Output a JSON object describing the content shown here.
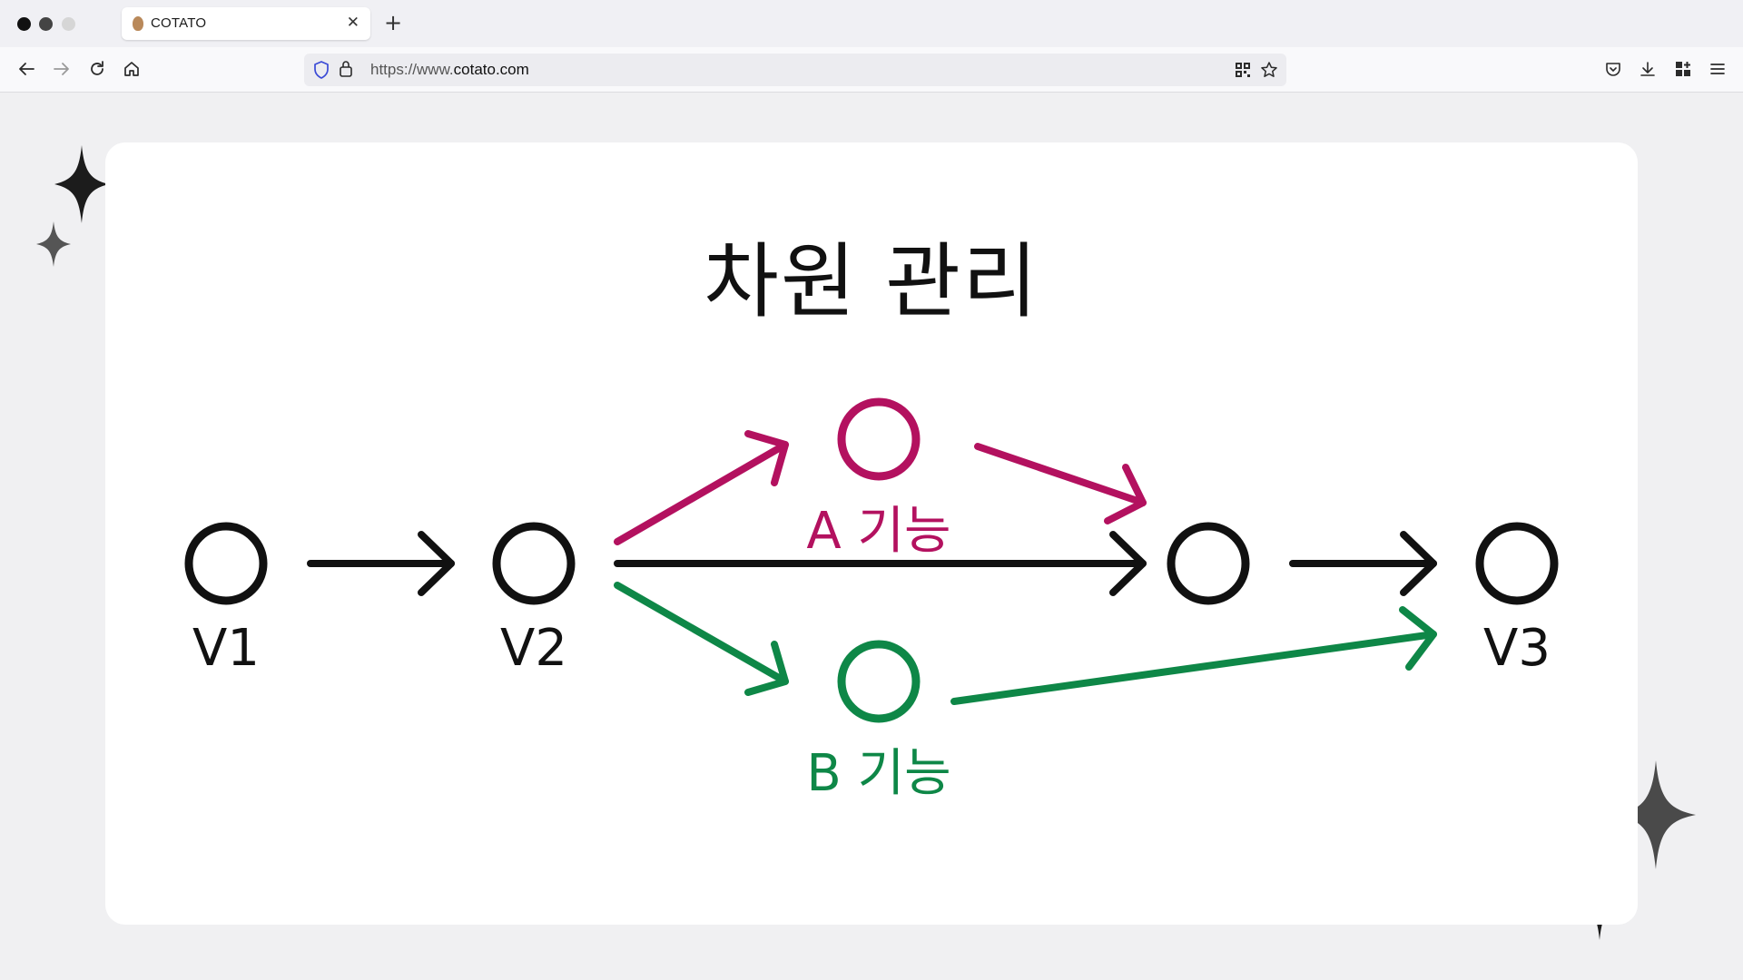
{
  "browser": {
    "tab": {
      "title": "COTATO",
      "close_glyph": "✕"
    },
    "new_tab_glyph": "+",
    "url": {
      "scheme": "https://www.",
      "host": "cotato.com"
    }
  },
  "slide": {
    "title": "차원 관리",
    "nodes": {
      "v1": "V1",
      "v2": "V2",
      "v3": "V3",
      "a": "A 기능",
      "b": "B 기능"
    },
    "colors": {
      "main": "#111111",
      "a": "#b3115f",
      "b": "#0e8747"
    }
  }
}
